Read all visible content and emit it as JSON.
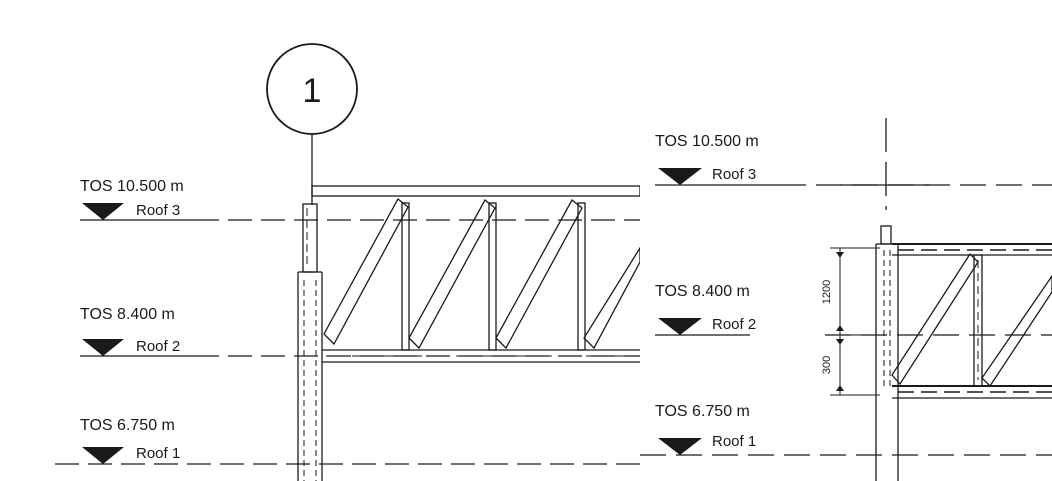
{
  "left_view": {
    "grid_label": "1",
    "levels": [
      {
        "elevation": "TOS 10.500 m",
        "name": "Roof 3"
      },
      {
        "elevation": "TOS 8.400 m",
        "name": "Roof 2"
      },
      {
        "elevation": "TOS 6.750 m",
        "name": "Roof 1"
      }
    ]
  },
  "right_view": {
    "levels": [
      {
        "elevation": "TOS 10.500 m",
        "name": "Roof 3"
      },
      {
        "elevation": "TOS 8.400 m",
        "name": "Roof 2"
      },
      {
        "elevation": "TOS 6.750 m",
        "name": "Roof 1"
      }
    ],
    "dimensions": [
      {
        "label": "1200"
      },
      {
        "label": "300"
      }
    ]
  },
  "colors": {
    "line": "#1a1a1a",
    "background": "#ffffff"
  }
}
